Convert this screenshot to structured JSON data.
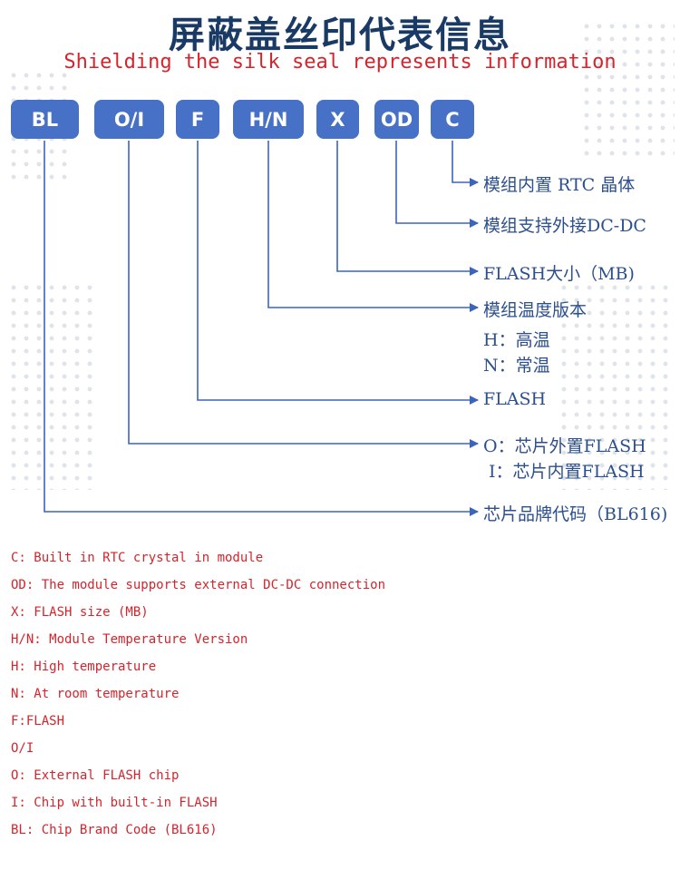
{
  "header": {
    "title": "屏蔽盖丝印代表信息",
    "subtitle": "Shielding the silk seal represents information"
  },
  "codes": [
    "BL",
    "O/I",
    "F",
    "H/N",
    "X",
    "OD",
    "C"
  ],
  "labels": {
    "c": "模组内置 RTC 晶体",
    "od": "模组支持外接DC-DC",
    "x": "FLASH大小（MB)",
    "hn": "模组温度版本",
    "hn_h": "H：高温",
    "hn_n": "N：常温",
    "f": "FLASH",
    "oi_o": "O：芯片外置FLASH",
    "oi_i": "I：芯片内置FLASH",
    "bl": "芯片品牌代码（BL616)"
  },
  "notes": [
    "C: Built in RTC crystal in module",
    "OD: The module supports external DC-DC connection",
    "X: FLASH size (MB)",
    "H/N: Module Temperature Version",
    "H: High temperature",
    "N: At room temperature",
    "F:FLASH",
    "O/I",
    "O: External FLASH chip",
    "I: Chip with built-in FLASH",
    "BL: Chip Brand Code (BL616)"
  ],
  "colors": {
    "box": "#4671c6",
    "line": "#3b65b8",
    "title": "#1a3a66",
    "english": "#d7232b",
    "label": "#2c4f8e"
  }
}
